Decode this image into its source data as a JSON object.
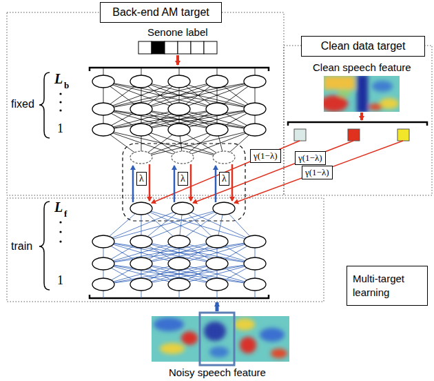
{
  "diagram": {
    "nodes": [
      {
        "text": [
          "Back-end AM target"
        ]
      },
      {
        "text": [
          "Clean data target"
        ]
      },
      {
        "text": [
          "λ"
        ]
      },
      {
        "text": [
          "λ"
        ]
      },
      {
        "text": [
          "λ"
        ]
      },
      {
        "text": [
          "γ(1−λ)"
        ]
      },
      {
        "text": [
          "γ(1−λ)"
        ]
      },
      {
        "text": [
          "γ(1−λ)"
        ]
      },
      {
        "text": [
          "Multi-target learning"
        ]
      }
    ],
    "labels": [
      "Senone label",
      "L",
      "b",
      "fixed",
      "1",
      "Clean speech feature",
      "L",
      "f",
      "train",
      "1",
      "Noisy speech feature"
    ]
  }
}
